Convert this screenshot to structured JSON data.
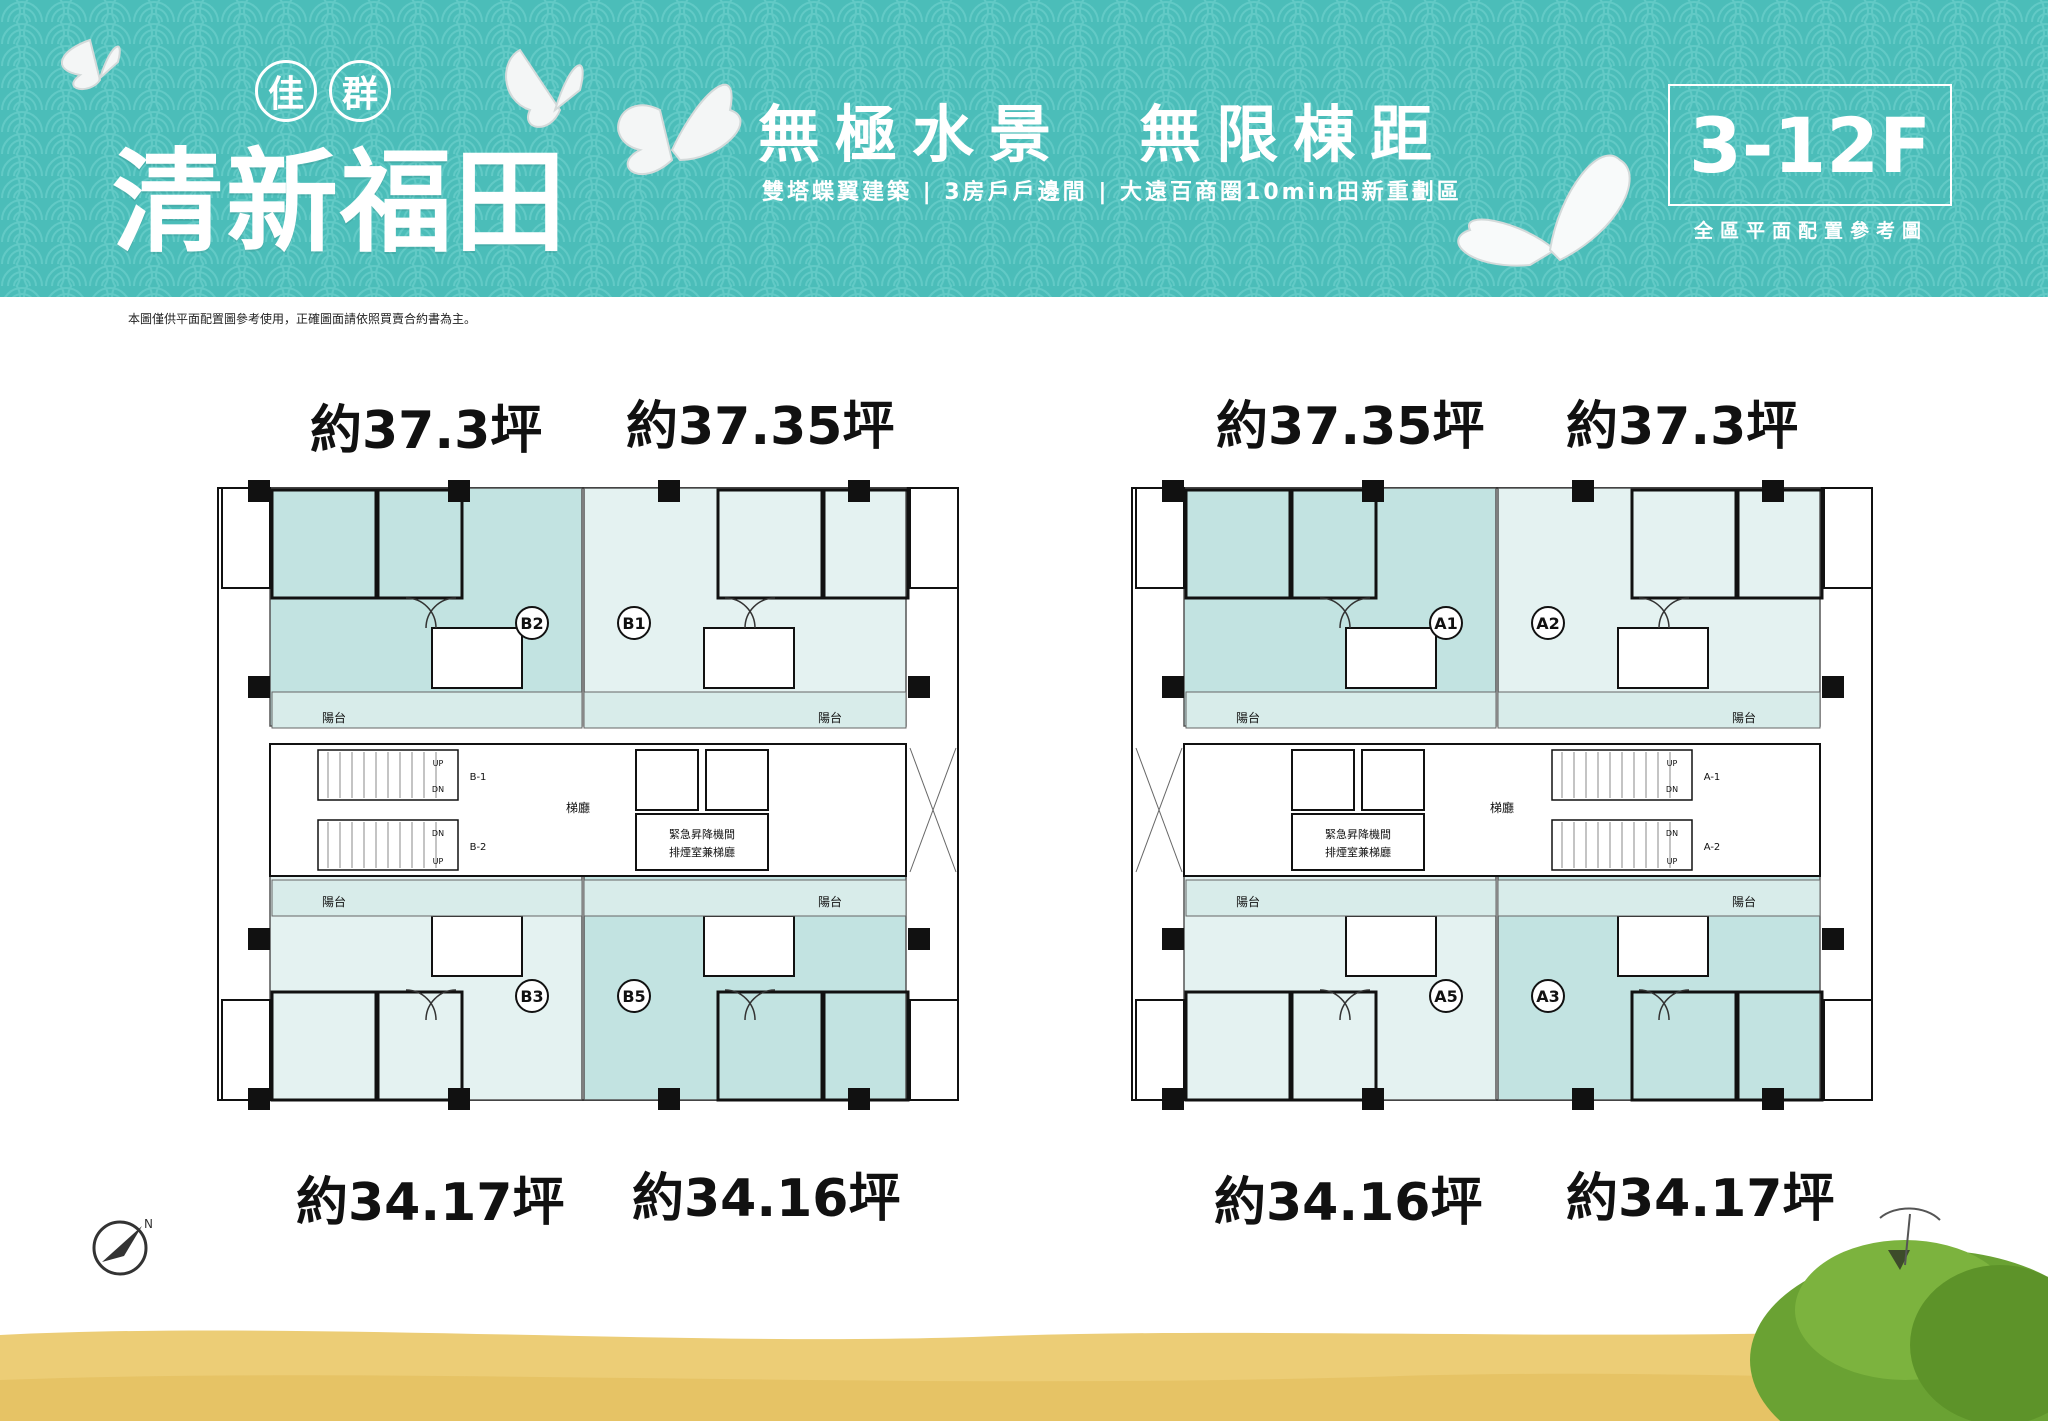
{
  "header": {
    "brand_mark_1": "佳",
    "brand_mark_2": "群",
    "brand_title": "清新福田",
    "slogan": "無極水景  無限棟距",
    "subslogan": "雙塔蝶翼建築 | 3房戶戶邊間 | 大遠百商圈10min田新重劃區",
    "floor_label": "3-12F",
    "floor_caption": "全區平面配置參考圖",
    "colors": {
      "banner": "#4bbdb9",
      "wave": "#5fcac6",
      "text": "#ffffff"
    }
  },
  "disclaimer": "本圖僅供平面配置圖參考使用，正確圖面請依照買賣合約書為主。",
  "areas": {
    "left_top_left": "約37.3坪",
    "left_top_right": "約37.35坪",
    "left_bottom_left": "約34.17坪",
    "left_bottom_right": "約34.16坪",
    "right_top_left": "約37.35坪",
    "right_top_right": "約37.3坪",
    "right_bottom_left": "約34.16坪",
    "right_bottom_right": "約34.17坪"
  },
  "buildings": [
    {
      "id": "left",
      "units": [
        "B2",
        "B1",
        "B3",
        "B5"
      ],
      "lobby": "梯廳",
      "balcony": "陽台",
      "stair_1": "B-1",
      "stair_2": "B-2",
      "up": "UP",
      "dn": "DN",
      "equipment_1": "緊急昇降機間",
      "equipment_2": "排煙室兼梯廳"
    },
    {
      "id": "right",
      "units": [
        "A1",
        "A2",
        "A5",
        "A3"
      ],
      "lobby": "梯廳",
      "balcony": "陽台",
      "stair_1": "A-1",
      "stair_2": "A-2",
      "up": "UP",
      "dn": "DN",
      "equipment_1": "緊急昇降機間",
      "equipment_2": "排煙室兼梯廳"
    }
  ],
  "compass": {
    "label": "N",
    "icon": "north-arrow-icon"
  },
  "colors": {
    "dark_unit": "#c2e3e1",
    "light_unit": "#e4f2f1",
    "wall": "#111111",
    "ground": "#eccd76",
    "tree": "#5f9a2c"
  }
}
